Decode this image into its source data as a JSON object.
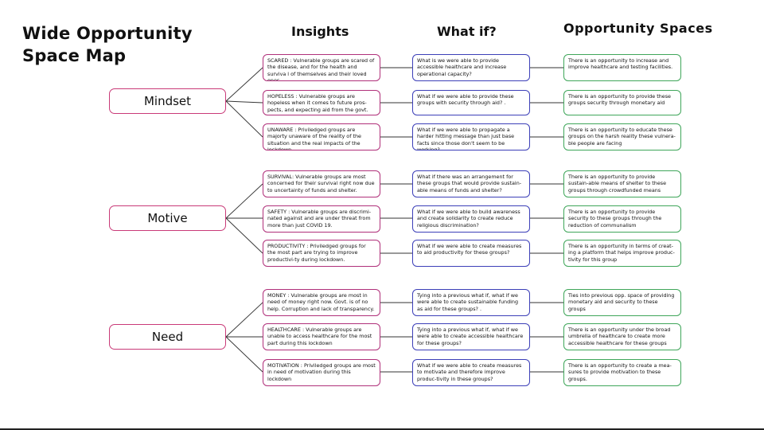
{
  "title_line1": "Wide Opportunity",
  "title_line2": "Space Map",
  "headers": {
    "insights": "Insights",
    "whatif": "What if?",
    "opportunity": "Opportunity Spaces"
  },
  "groups": [
    {
      "category": "Mindset",
      "rows": [
        {
          "insight": "SCARED : Vulnerable groups are scared of the disease, and for the health and surviva l of themselves and their loved ones.",
          "whatif": "What is we were able to provide accessible healthcare and increase operational capacity?",
          "opportunity": "There is an opportunity to increase and improve healthcare and testing facilities."
        },
        {
          "insight": "HOPELESS : Vulnerable groups are hopeless when it comes to future pros-pects, and expecting aid from the govt.",
          "whatif": "What if we were able to provide these groups with security through aid? .",
          "opportunity": "There is an opportunity to provide these groups security through monetary aid"
        },
        {
          "insight": "UNAWARE : Priviledged groups are majorty unaware of the reality of the situation and the real impacts of the lockdown",
          "whatif": "What if we were able to propagate a harder hitting message than just base facts since those don't seem to be working?",
          "opportunity": "There is an opportunity to educate these groups on the harsh reality these vulnera-ble people are facing"
        }
      ]
    },
    {
      "category": "Motive",
      "rows": [
        {
          "insight": "SURVIVAL: Vulnerable groups are most concerned for their survival right now due to uncertainty of funds and shelter.",
          "whatif": "What if there was an arrangement for these groups that would provide sustain-able means of funds and shelter?",
          "opportunity": "There is an opportunity to provide sustain-able means of shelter to these groups through crowdfunded means"
        },
        {
          "insight": "SAFETY : Vulnerable groups are discrimi-nated against and are under threat from more than just COVID 19.",
          "whatif": "What if we were able to build awareness and create solidarity to create reduce religious discrimination?",
          "opportunity": "There is an opportunity to provide security to these groups through the reduction of communalism"
        },
        {
          "insight": "PRODUCTIVITY : Priviledged groups for the most part are trying to improve productivi-ty during lockdown.",
          "whatif": "What if we were able to create measures to aid productivity for these groups?",
          "opportunity": "There is an opportunity in terms of creat-ing a platform that helps improve produc-tivity for this group"
        }
      ]
    },
    {
      "category": "Need",
      "rows": [
        {
          "insight": "MONEY : Vulnerable groups are most in need of money right now. Govt. is of no help. Corruption and lack of transparency.",
          "whatif": "Tying into a previous what if, what if we were able to create sustainable funding as aid for these groups? .",
          "opportunity": "Ties into previous opp. space of providing monetary aid and security to these groups"
        },
        {
          "insight": "HEALTHCARE : Vulnerable groups are unable to access healthcare for the most part during this lockdown",
          "whatif": "Tying into a previous what if, what if we were able to create accessible healthcare for these groups?",
          "opportunity": "There is an opportunity under the broad umbrella of healthcare to create more accessible healthcare for these groups"
        },
        {
          "insight": "MOTIVATION : Priviledged groups are most in need of motivation during this lockdown",
          "whatif": "What if we were able to create measures to motivate and therefore improve produc-tivity in these groups?",
          "opportunity": "There is an opportunity to create a mea-sures to provide motivation to these groups."
        }
      ]
    }
  ]
}
